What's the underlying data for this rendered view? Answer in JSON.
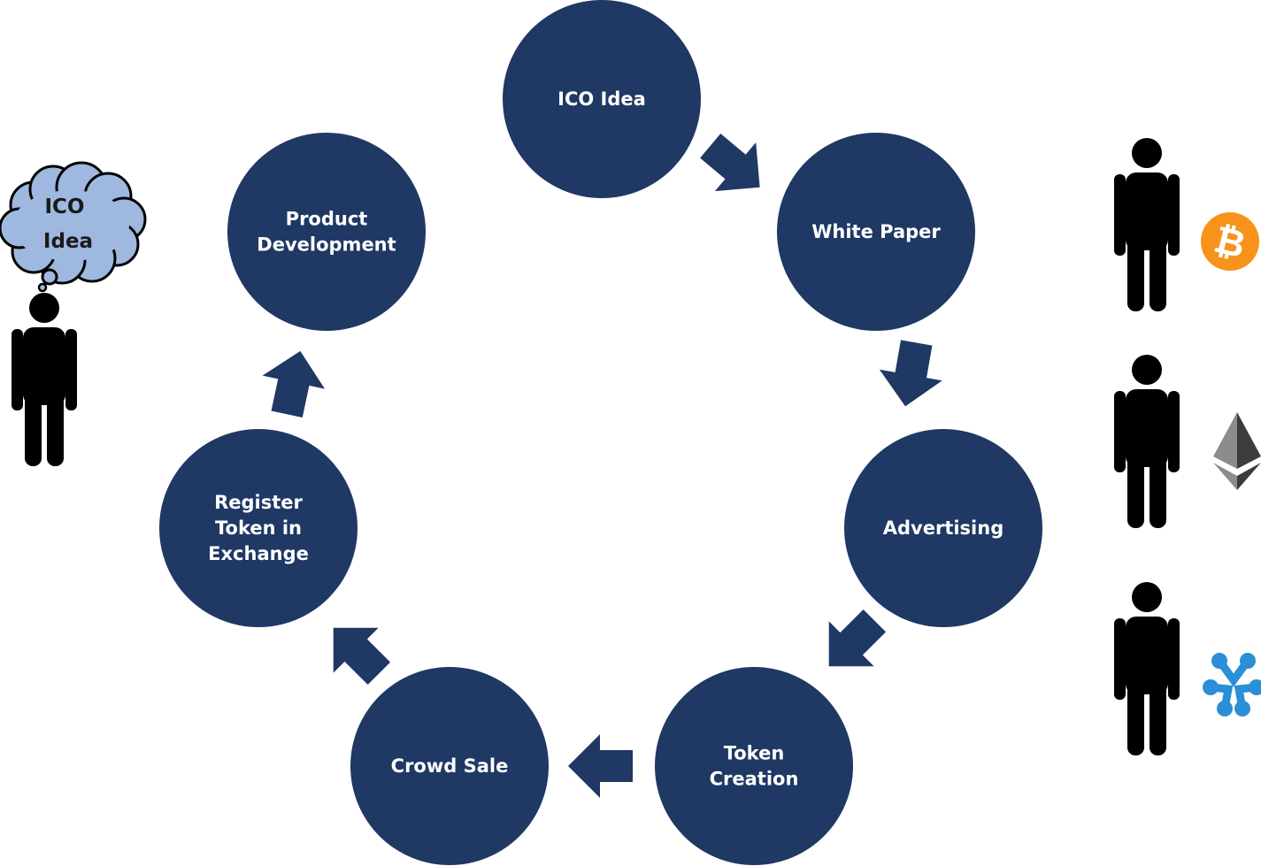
{
  "colors": {
    "node_fill": "#1f3864",
    "arrow_fill": "#1f3864",
    "node_text": "#ffffff",
    "cloud_fill": "#9fb8e0",
    "cloud_stroke": "#000000",
    "person_fill": "#000000",
    "bitcoin_orange": "#f7931a",
    "ripple_blue": "#2a8fd6",
    "ether_dark": "#3c3c3d",
    "ether_light": "#8c8c8c"
  },
  "cycle": {
    "nodes": [
      {
        "id": "ico-idea",
        "lines": [
          "ICO Idea"
        ]
      },
      {
        "id": "white-paper",
        "lines": [
          "White Paper"
        ]
      },
      {
        "id": "advertising",
        "lines": [
          "Advertising"
        ]
      },
      {
        "id": "token-creation",
        "lines": [
          "Token",
          "Creation"
        ]
      },
      {
        "id": "crowd-sale",
        "lines": [
          "Crowd Sale"
        ]
      },
      {
        "id": "register-token",
        "lines": [
          "Register",
          "Token in",
          "Exchange"
        ]
      },
      {
        "id": "product-development",
        "lines": [
          "Product",
          "Development"
        ]
      }
    ]
  },
  "founder": {
    "thought": {
      "lines": [
        "ICO",
        "Idea"
      ]
    },
    "icon": "person-icon"
  },
  "investors": [
    {
      "person_icon": "person-icon",
      "coin_icon": "bitcoin-icon"
    },
    {
      "person_icon": "person-icon",
      "coin_icon": "ethereum-icon"
    },
    {
      "person_icon": "person-icon",
      "coin_icon": "ripple-icon"
    }
  ]
}
